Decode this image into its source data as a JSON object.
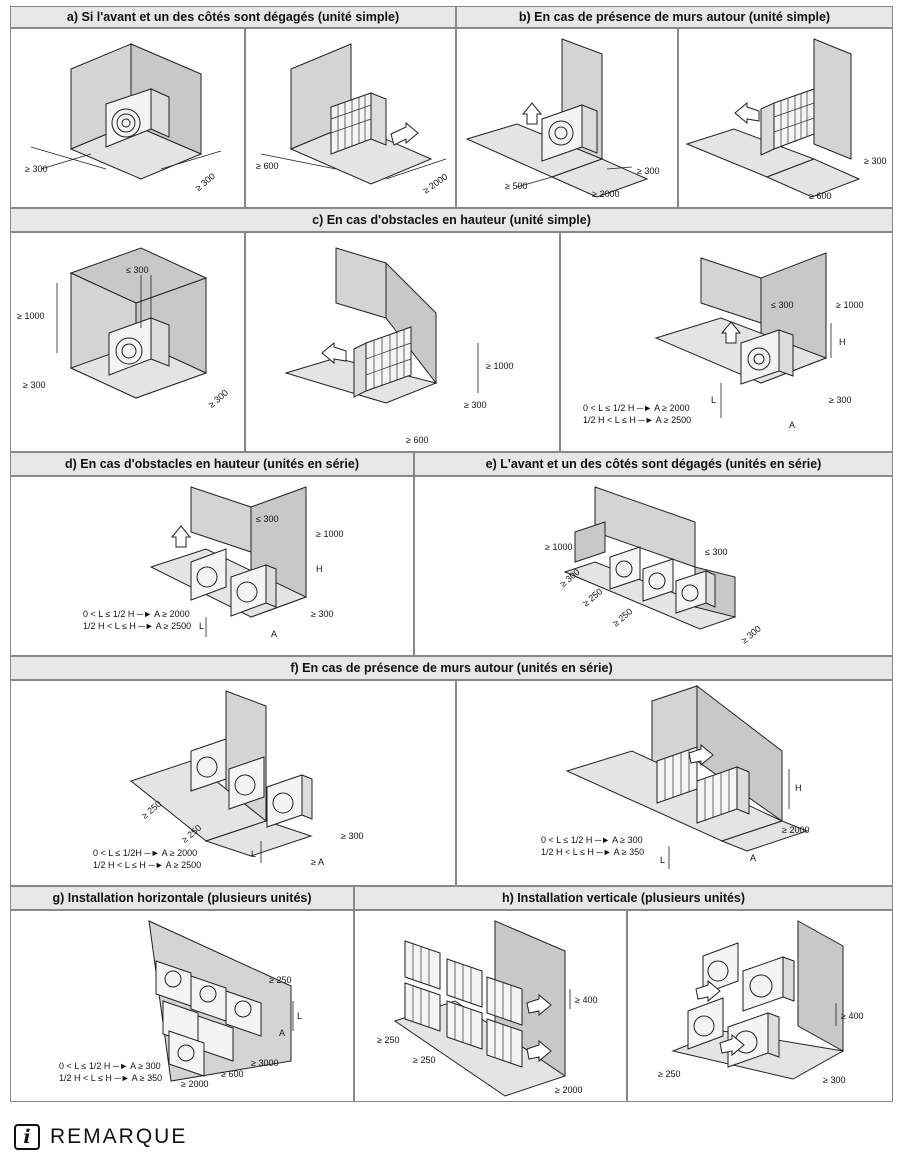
{
  "sections": {
    "a": "a) Si l'avant et un des côtés sont dégagés (unité simple)",
    "b": "b) En cas de présence de murs autour (unité simple)",
    "c": "c) En cas d'obstacles en hauteur (unité simple)",
    "d": "d) En cas d'obstacles en hauteur (unités en série)",
    "e": "e) L'avant et un des côtés sont dégagés (unités en série)",
    "f": "f) En cas de présence de murs autour (unités en série)",
    "g": "g) Installation horizontale (plusieurs unités)",
    "h": "h) Installation verticale (plusieurs unités)"
  },
  "labels": {
    "ge300": "≥ 300",
    "ge600": "≥ 600",
    "ge2000": "≥ 2000",
    "ge500": "≥ 500",
    "ge1000": "≥ 1000",
    "le300": "≤ 300",
    "ge250": "≥ 250",
    "ge400": "≥ 400",
    "ge3000": "≥ 3000",
    "ge_a": "≥ A",
    "h": "H",
    "l": "L",
    "a": "A"
  },
  "rules": {
    "c_r1": "0 < L ≤ 1/2 H ─► A ≥ 2000",
    "c_r2": "1/2 H < L ≤ H ─► A ≥ 2500",
    "d_r1": "0 < L ≤ 1/2 H ─► A ≥ 2000",
    "d_r2": "1/2 H < L ≤ H ─► A ≥ 2500",
    "f1_r1": "0 < L ≤ 1/2H ─► A ≥ 2000",
    "f1_r2": "1/2 H < L ≤ H ─► A ≥ 2500",
    "f2_r1": "0 < L ≤ 1/2 H ─► A ≥ 300",
    "f2_r2": "1/2 H < L ≤ H ─► A ≥ 350",
    "g_r1": "0 < L ≤ 1/2 H ─► A ≥ 300",
    "g_r2": "1/2 H < L ≤ H ─► A ≥ 350"
  },
  "note": {
    "icon": "i",
    "title": "REMARQUE"
  },
  "icons": {
    "note": "info-icon"
  }
}
